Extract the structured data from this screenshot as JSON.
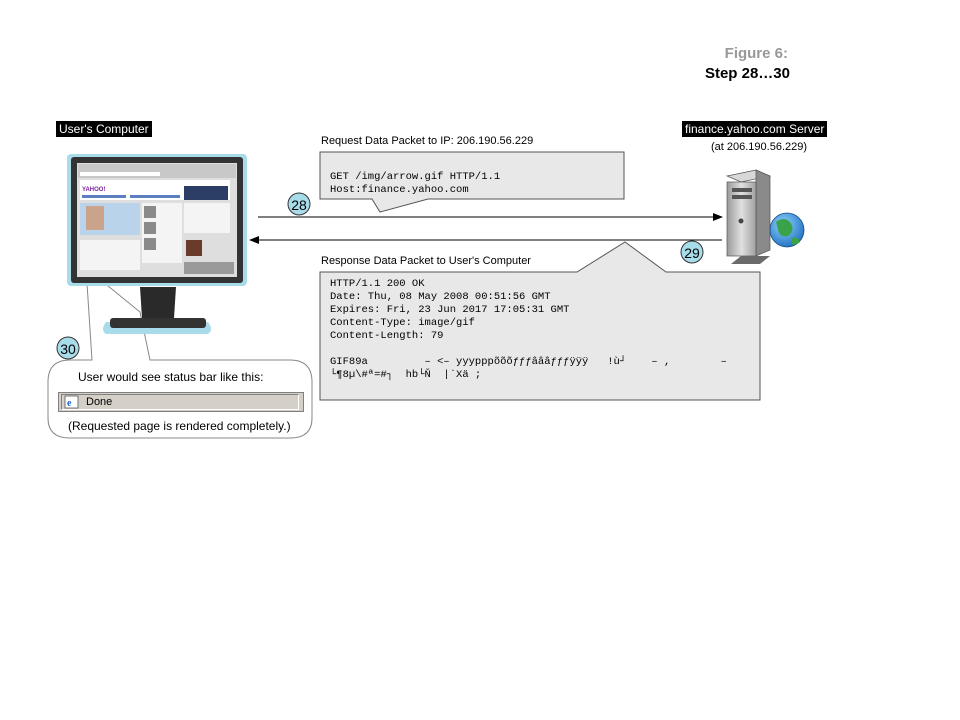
{
  "figure": {
    "title": "Figure 6:",
    "step": "Step 28…30"
  },
  "client": {
    "label": "User's Computer"
  },
  "server": {
    "label": "finance.yahoo.com Server",
    "address": "(at 206.190.56.229)"
  },
  "request": {
    "caption": "Request Data Packet to IP: 206.190.56.229",
    "lines": [
      "GET /img/arrow.gif HTTP/1.1",
      "Host:finance.yahoo.com"
    ],
    "step": "28"
  },
  "response": {
    "caption": "Response Data Packet to User's Computer",
    "lines": [
      "HTTP/1.1 200 OK",
      "Date: Thu, 08 May 2008 00:51:56 GMT",
      "Expires: Fri, 23 Jun 2017 17:05:31 GMT",
      "Content-Type: image/gif",
      "Content-Length: 79",
      "",
      "GIF89a         – <– yyypppõõõƒƒƒâââƒƒƒÿÿÿ   !ù┘    – ,        –",
      "└¶8µ\\#ª=#┐  hb└Ň  |`Xä ;"
    ],
    "step": "29"
  },
  "status_callout": {
    "step": "30",
    "heading": "User would see status bar like this:",
    "status_text": "Done",
    "note": "(Requested page is rendered completely.)"
  },
  "colors": {
    "monitor_glow": "#a8dceb",
    "box_fill": "#e8e8e8",
    "server_body": "#c0c0c0"
  }
}
